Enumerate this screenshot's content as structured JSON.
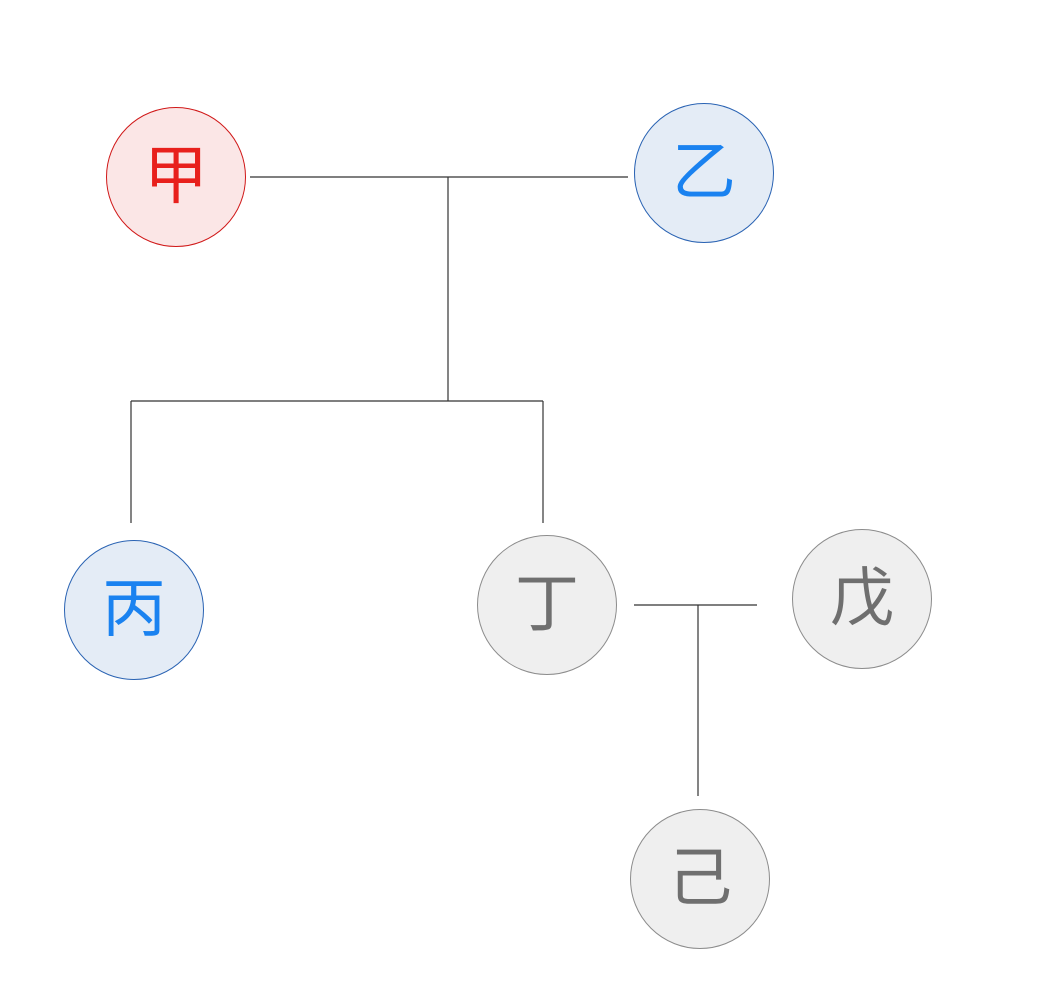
{
  "colors": {
    "red_fill": "#fbe6e6",
    "red_stroke": "#d01818",
    "red_text": "#e8201c",
    "blue_fill": "#e4ecf6",
    "blue_stroke": "#2a63b3",
    "blue_text": "#1a82f0",
    "grey_fill": "#efefef",
    "grey_stroke": "#8c8c8c",
    "grey_text": "#6f6f6f",
    "line": "#333333"
  },
  "nodes": {
    "jia": {
      "label": "甲",
      "color": "red"
    },
    "yi": {
      "label": "乙",
      "color": "blue"
    },
    "bing": {
      "label": "丙",
      "color": "blue"
    },
    "ding": {
      "label": "丁",
      "color": "grey"
    },
    "wu": {
      "label": "戊",
      "color": "grey"
    },
    "ji": {
      "label": "己",
      "color": "grey"
    }
  },
  "relations": [
    {
      "parents": [
        "jia",
        "yi"
      ],
      "children": [
        "bing",
        "ding"
      ]
    },
    {
      "parents": [
        "ding",
        "wu"
      ],
      "children": [
        "ji"
      ]
    }
  ]
}
